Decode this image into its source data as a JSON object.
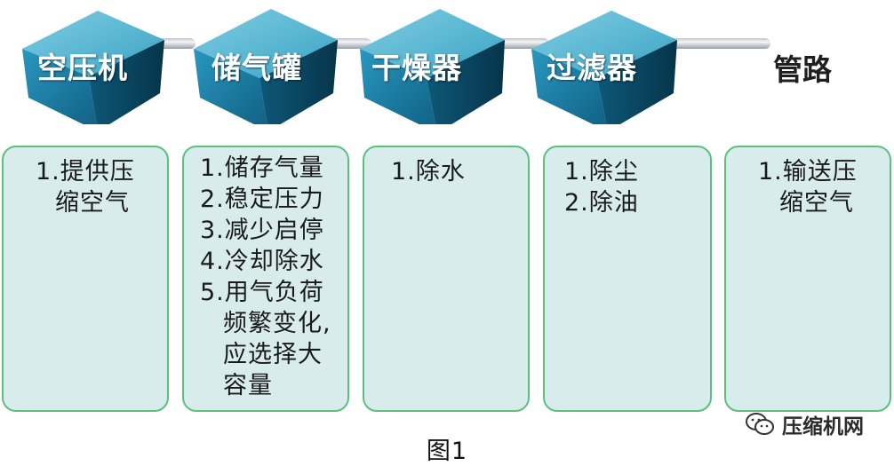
{
  "diagram": {
    "stages": [
      {
        "label": "空压机",
        "functions": [
          "1.提供压",
          "缩空气"
        ]
      },
      {
        "label": "储气罐",
        "functions": [
          "1.储存气量",
          "2.稳定压力",
          "3.减少启停",
          "4.冷却除水",
          "5.用气负荷",
          "频繁变化,",
          "应选择大",
          "容量"
        ]
      },
      {
        "label": "干燥器",
        "functions": [
          "1.除水"
        ]
      },
      {
        "label": "过滤器",
        "functions": [
          "1.除尘",
          "2.除油"
        ]
      },
      {
        "label": "管路",
        "functions": [
          "1.输送压",
          "缩空气"
        ]
      }
    ],
    "caption": "图1",
    "watermark": "压缩机网"
  },
  "colors": {
    "cube_light": "#4cb2cf",
    "cube_front": "#1c7fa6",
    "cube_dark": "#0a4a66",
    "box_fill": "#d9ecec",
    "box_border": "#5cc07e",
    "pipe": "#dfe2e6"
  }
}
